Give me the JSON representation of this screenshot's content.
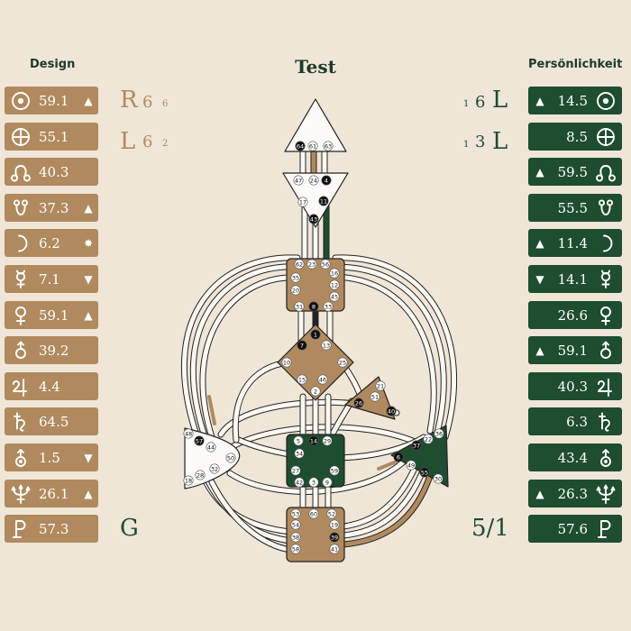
{
  "title": "Test",
  "design_label": "Design",
  "personality_label": "Persönlichkeit",
  "left_labels": {
    "r": "R",
    "r_num": "6",
    "r_sub": "6",
    "l": "L",
    "l_num": "6",
    "l_sub": "2",
    "g": "G"
  },
  "right_labels": {
    "top_sub": "1",
    "top_num": "6",
    "top_letter": "L",
    "mid_sub": "1",
    "mid_num": "3",
    "mid_letter": "L",
    "profile": "5/1"
  },
  "colors": {
    "design": "#b08a5e",
    "personality": "#1e4d30",
    "background": "#efe6d8"
  },
  "design": [
    {
      "planet": "sun-icon",
      "value": "59.1",
      "mark": "▲"
    },
    {
      "planet": "earth-icon",
      "value": "55.1",
      "mark": ""
    },
    {
      "planet": "north-node-icon",
      "value": "40.3",
      "mark": ""
    },
    {
      "planet": "south-node-icon",
      "value": "37.3",
      "mark": "▲"
    },
    {
      "planet": "moon-icon",
      "value": "6.2",
      "mark": "✸"
    },
    {
      "planet": "mercury-icon",
      "value": "7.1",
      "mark": "▼"
    },
    {
      "planet": "venus-icon",
      "value": "59.1",
      "mark": "▲"
    },
    {
      "planet": "mars-icon",
      "value": "39.2",
      "mark": ""
    },
    {
      "planet": "jupiter-icon",
      "value": "4.4",
      "mark": ""
    },
    {
      "planet": "saturn-icon",
      "value": "64.5",
      "mark": ""
    },
    {
      "planet": "uranus-icon",
      "value": "1.5",
      "mark": "▼"
    },
    {
      "planet": "neptune-icon",
      "value": "26.1",
      "mark": "▲"
    },
    {
      "planet": "pluto-icon",
      "value": "57.3",
      "mark": ""
    }
  ],
  "personality": [
    {
      "planet": "sun-icon",
      "value": "14.5",
      "mark": "▲"
    },
    {
      "planet": "earth-icon",
      "value": "8.5",
      "mark": ""
    },
    {
      "planet": "north-node-icon",
      "value": "59.5",
      "mark": "▲"
    },
    {
      "planet": "south-node-icon",
      "value": "55.5",
      "mark": ""
    },
    {
      "planet": "moon-icon",
      "value": "11.4",
      "mark": "▲"
    },
    {
      "planet": "mercury-icon",
      "value": "14.1",
      "mark": "▼"
    },
    {
      "planet": "venus-icon",
      "value": "26.6",
      "mark": ""
    },
    {
      "planet": "mars-icon",
      "value": "59.1",
      "mark": "▲"
    },
    {
      "planet": "jupiter-icon",
      "value": "40.3",
      "mark": ""
    },
    {
      "planet": "saturn-icon",
      "value": "6.3",
      "mark": ""
    },
    {
      "planet": "uranus-icon",
      "value": "43.4",
      "mark": ""
    },
    {
      "planet": "neptune-icon",
      "value": "26.3",
      "mark": "▲"
    },
    {
      "planet": "pluto-icon",
      "value": "57.6",
      "mark": ""
    }
  ],
  "centers": {
    "head": {
      "defined": false,
      "gates": [
        {
          "n": "64",
          "a": true
        },
        {
          "n": "61",
          "a": false
        },
        {
          "n": "63",
          "a": false
        }
      ]
    },
    "ajna": {
      "defined": false,
      "gates": [
        {
          "n": "47",
          "a": false
        },
        {
          "n": "24",
          "a": false
        },
        {
          "n": "4",
          "a": true
        },
        {
          "n": "17",
          "a": false
        },
        {
          "n": "11",
          "a": true
        },
        {
          "n": "43",
          "a": true
        }
      ]
    },
    "throat": {
      "defined": true,
      "gates": [
        {
          "n": "62",
          "a": false
        },
        {
          "n": "23",
          "a": false
        },
        {
          "n": "56",
          "a": false
        },
        {
          "n": "16",
          "a": false
        },
        {
          "n": "35",
          "a": false
        },
        {
          "n": "20",
          "a": false
        },
        {
          "n": "12",
          "a": false
        },
        {
          "n": "45",
          "a": false
        },
        {
          "n": "31",
          "a": false
        },
        {
          "n": "8",
          "a": true
        },
        {
          "n": "33",
          "a": false
        }
      ]
    },
    "g": {
      "defined": true,
      "gates": [
        {
          "n": "1",
          "a": true
        },
        {
          "n": "7",
          "a": true
        },
        {
          "n": "13",
          "a": false
        },
        {
          "n": "10",
          "a": false
        },
        {
          "n": "25",
          "a": false
        },
        {
          "n": "15",
          "a": false
        },
        {
          "n": "46",
          "a": false
        },
        {
          "n": "2",
          "a": false
        }
      ]
    },
    "ego": {
      "defined": true,
      "gates": [
        {
          "n": "21",
          "a": false
        },
        {
          "n": "51",
          "a": false
        },
        {
          "n": "26",
          "a": true
        },
        {
          "n": "40",
          "a": true
        }
      ]
    },
    "spleen": {
      "defined": false,
      "gates": [
        {
          "n": "48",
          "a": false
        },
        {
          "n": "57",
          "a": true
        },
        {
          "n": "44",
          "a": false
        },
        {
          "n": "50",
          "a": false
        },
        {
          "n": "32",
          "a": false
        },
        {
          "n": "28",
          "a": false
        },
        {
          "n": "18",
          "a": false
        }
      ]
    },
    "sacral": {
      "defined": true,
      "gates": [
        {
          "n": "5",
          "a": false
        },
        {
          "n": "14",
          "a": true
        },
        {
          "n": "29",
          "a": false
        },
        {
          "n": "34",
          "a": false
        },
        {
          "n": "27",
          "a": false
        },
        {
          "n": "59",
          "a": false
        },
        {
          "n": "42",
          "a": false
        },
        {
          "n": "3",
          "a": false
        },
        {
          "n": "9",
          "a": false
        }
      ]
    },
    "solar_plexus": {
      "defined": true,
      "gates": [
        {
          "n": "36",
          "a": false
        },
        {
          "n": "22",
          "a": false
        },
        {
          "n": "37",
          "a": true
        },
        {
          "n": "6",
          "a": true
        },
        {
          "n": "49",
          "a": false
        },
        {
          "n": "55",
          "a": true
        },
        {
          "n": "30",
          "a": false
        }
      ]
    },
    "root": {
      "defined": true,
      "gates": [
        {
          "n": "53",
          "a": false
        },
        {
          "n": "60",
          "a": false
        },
        {
          "n": "52",
          "a": false
        },
        {
          "n": "54",
          "a": false
        },
        {
          "n": "19",
          "a": false
        },
        {
          "n": "38",
          "a": false
        },
        {
          "n": "39",
          "a": true
        },
        {
          "n": "58",
          "a": false
        },
        {
          "n": "41",
          "a": false
        }
      ]
    }
  }
}
